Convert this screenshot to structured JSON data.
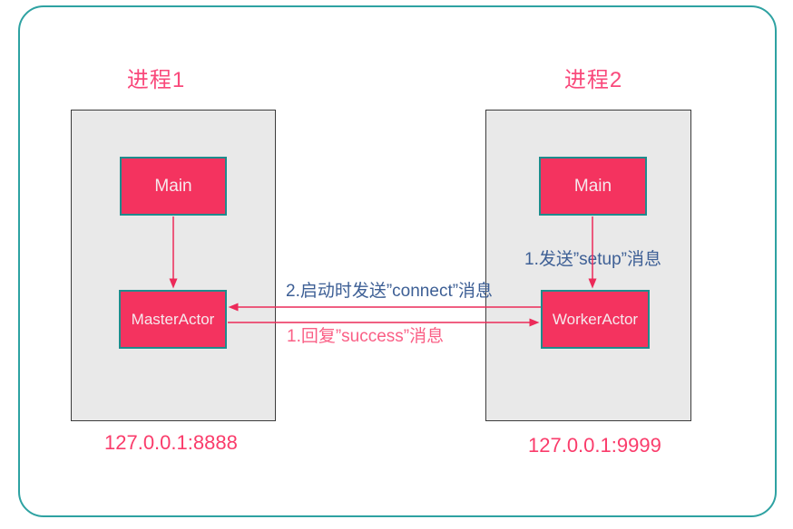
{
  "diagram": {
    "process1": {
      "title": "进程1",
      "address": "127.0.0.1:8888",
      "main_node": "Main",
      "actor_node": "MasterActor"
    },
    "process2": {
      "title": "进程2",
      "address": "127.0.0.1:9999",
      "main_node": "Main",
      "actor_node": "WorkerActor"
    },
    "messages": {
      "setup": "1.发送”setup”消息",
      "connect": "2.启动时发送”connect”消息",
      "success": "1.回复”success”消息"
    },
    "colors": {
      "frame_teal": "#2EA2A2",
      "node_pink": "#F4335F",
      "node_border_teal": "#1E8C8C",
      "container_gray": "#E9E9E9",
      "container_border": "#3C3C3C",
      "arrow_pink": "#EC2A59",
      "label_blue": "#3D5F95",
      "label_pink": "#FA5F85",
      "title_pink": "#F9497B",
      "address_pink": "#FA3C6B"
    }
  }
}
